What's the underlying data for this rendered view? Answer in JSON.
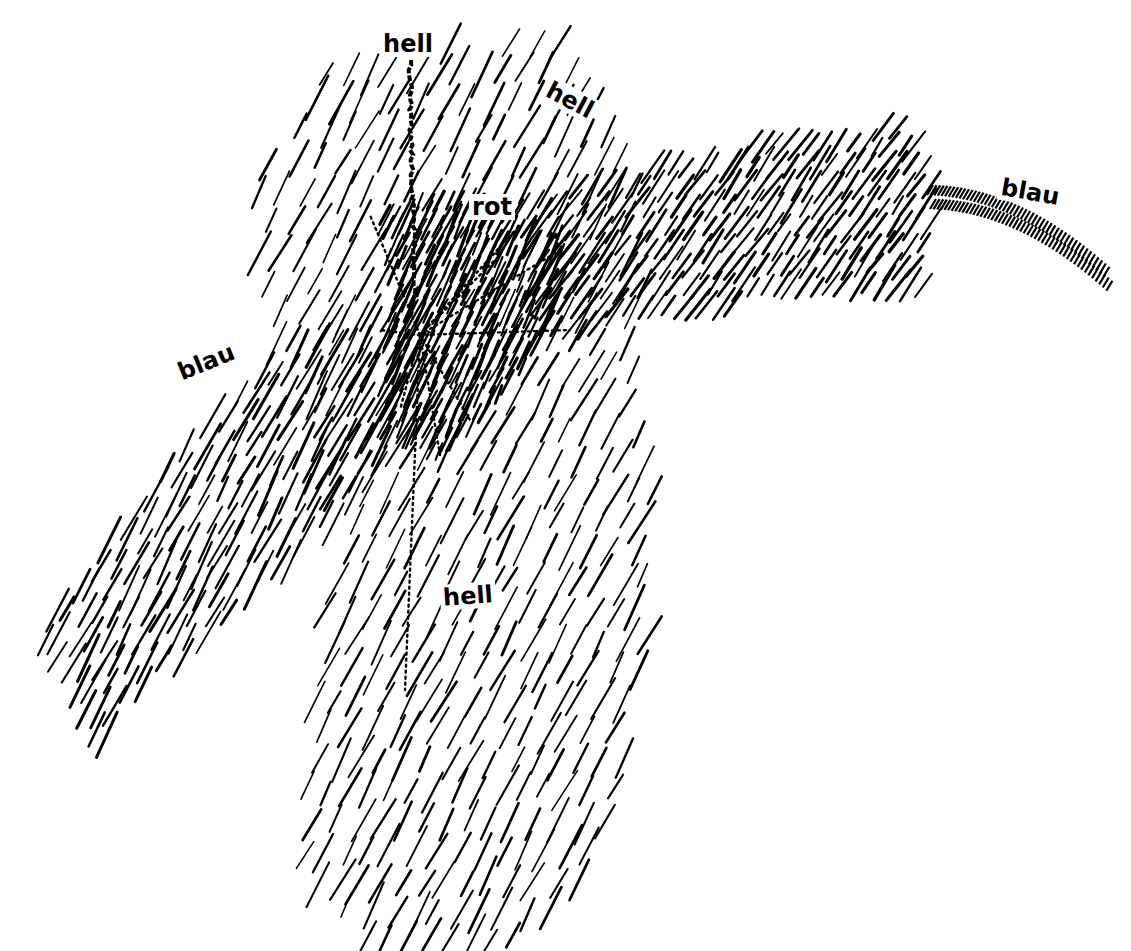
{
  "diagram": {
    "labels": [
      "hell",
      "hell",
      "rot",
      "blau",
      "blau",
      "hell"
    ]
  }
}
